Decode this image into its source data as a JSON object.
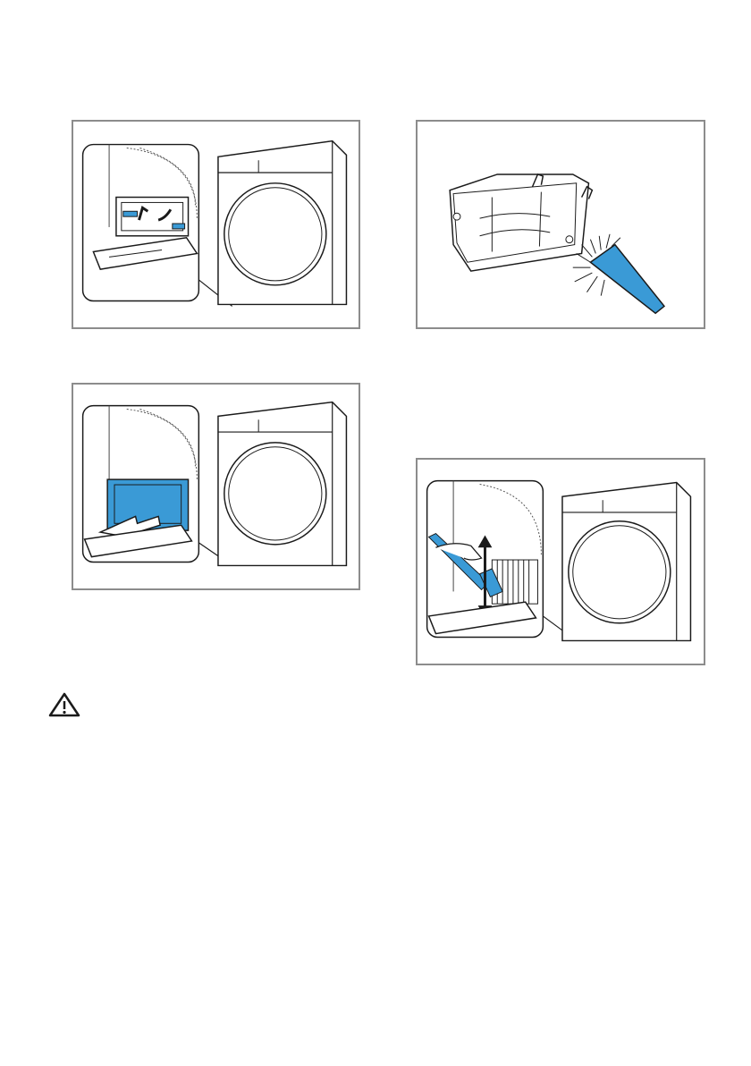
{
  "figures": [
    {
      "id": "step-1",
      "icon": "open-cover-arrows-icon"
    },
    {
      "id": "step-2",
      "icon": "brush-clean-icon"
    },
    {
      "id": "step-3",
      "icon": "pull-out-arrow-icon"
    },
    {
      "id": "step-4",
      "icon": "brush-up-down-icon"
    }
  ],
  "warning": {
    "icon": "warning-triangle-icon"
  },
  "colors": {
    "accent_blue": "#3a9ad6",
    "line": "#1a1a1a",
    "frame": "#8c8c8c"
  }
}
